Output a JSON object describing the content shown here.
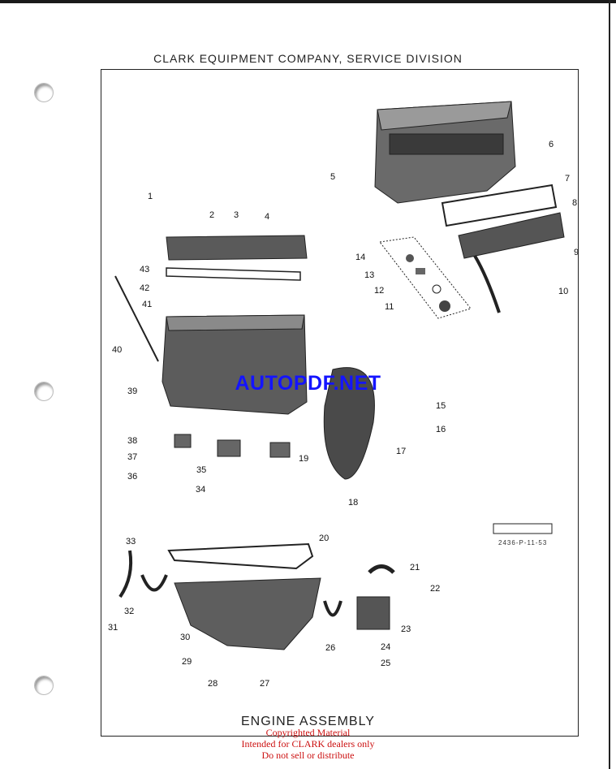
{
  "header": "CLARK EQUIPMENT COMPANY, SERVICE DIVISION",
  "watermark": "AUTOPDF.NET",
  "title": "ENGINE ASSEMBLY",
  "copyright": [
    "Copyrighted Material",
    "Intended for CLARK dealers only",
    "Do not sell or distribute"
  ],
  "scale_code": "2436-P-11-53",
  "callouts": [
    "1",
    "2",
    "3",
    "4",
    "5",
    "6",
    "7",
    "8",
    "9",
    "10",
    "11",
    "12",
    "13",
    "14",
    "15",
    "16",
    "17",
    "18",
    "19",
    "20",
    "21",
    "22",
    "23",
    "24",
    "25",
    "26",
    "27",
    "28",
    "29",
    "30",
    "31",
    "32",
    "33",
    "34",
    "35",
    "36",
    "37",
    "38",
    "39",
    "40",
    "41",
    "42",
    "43"
  ],
  "colors": {
    "ink": "#222222",
    "watermark": "#1414ff",
    "copyright": "#cc1111"
  }
}
